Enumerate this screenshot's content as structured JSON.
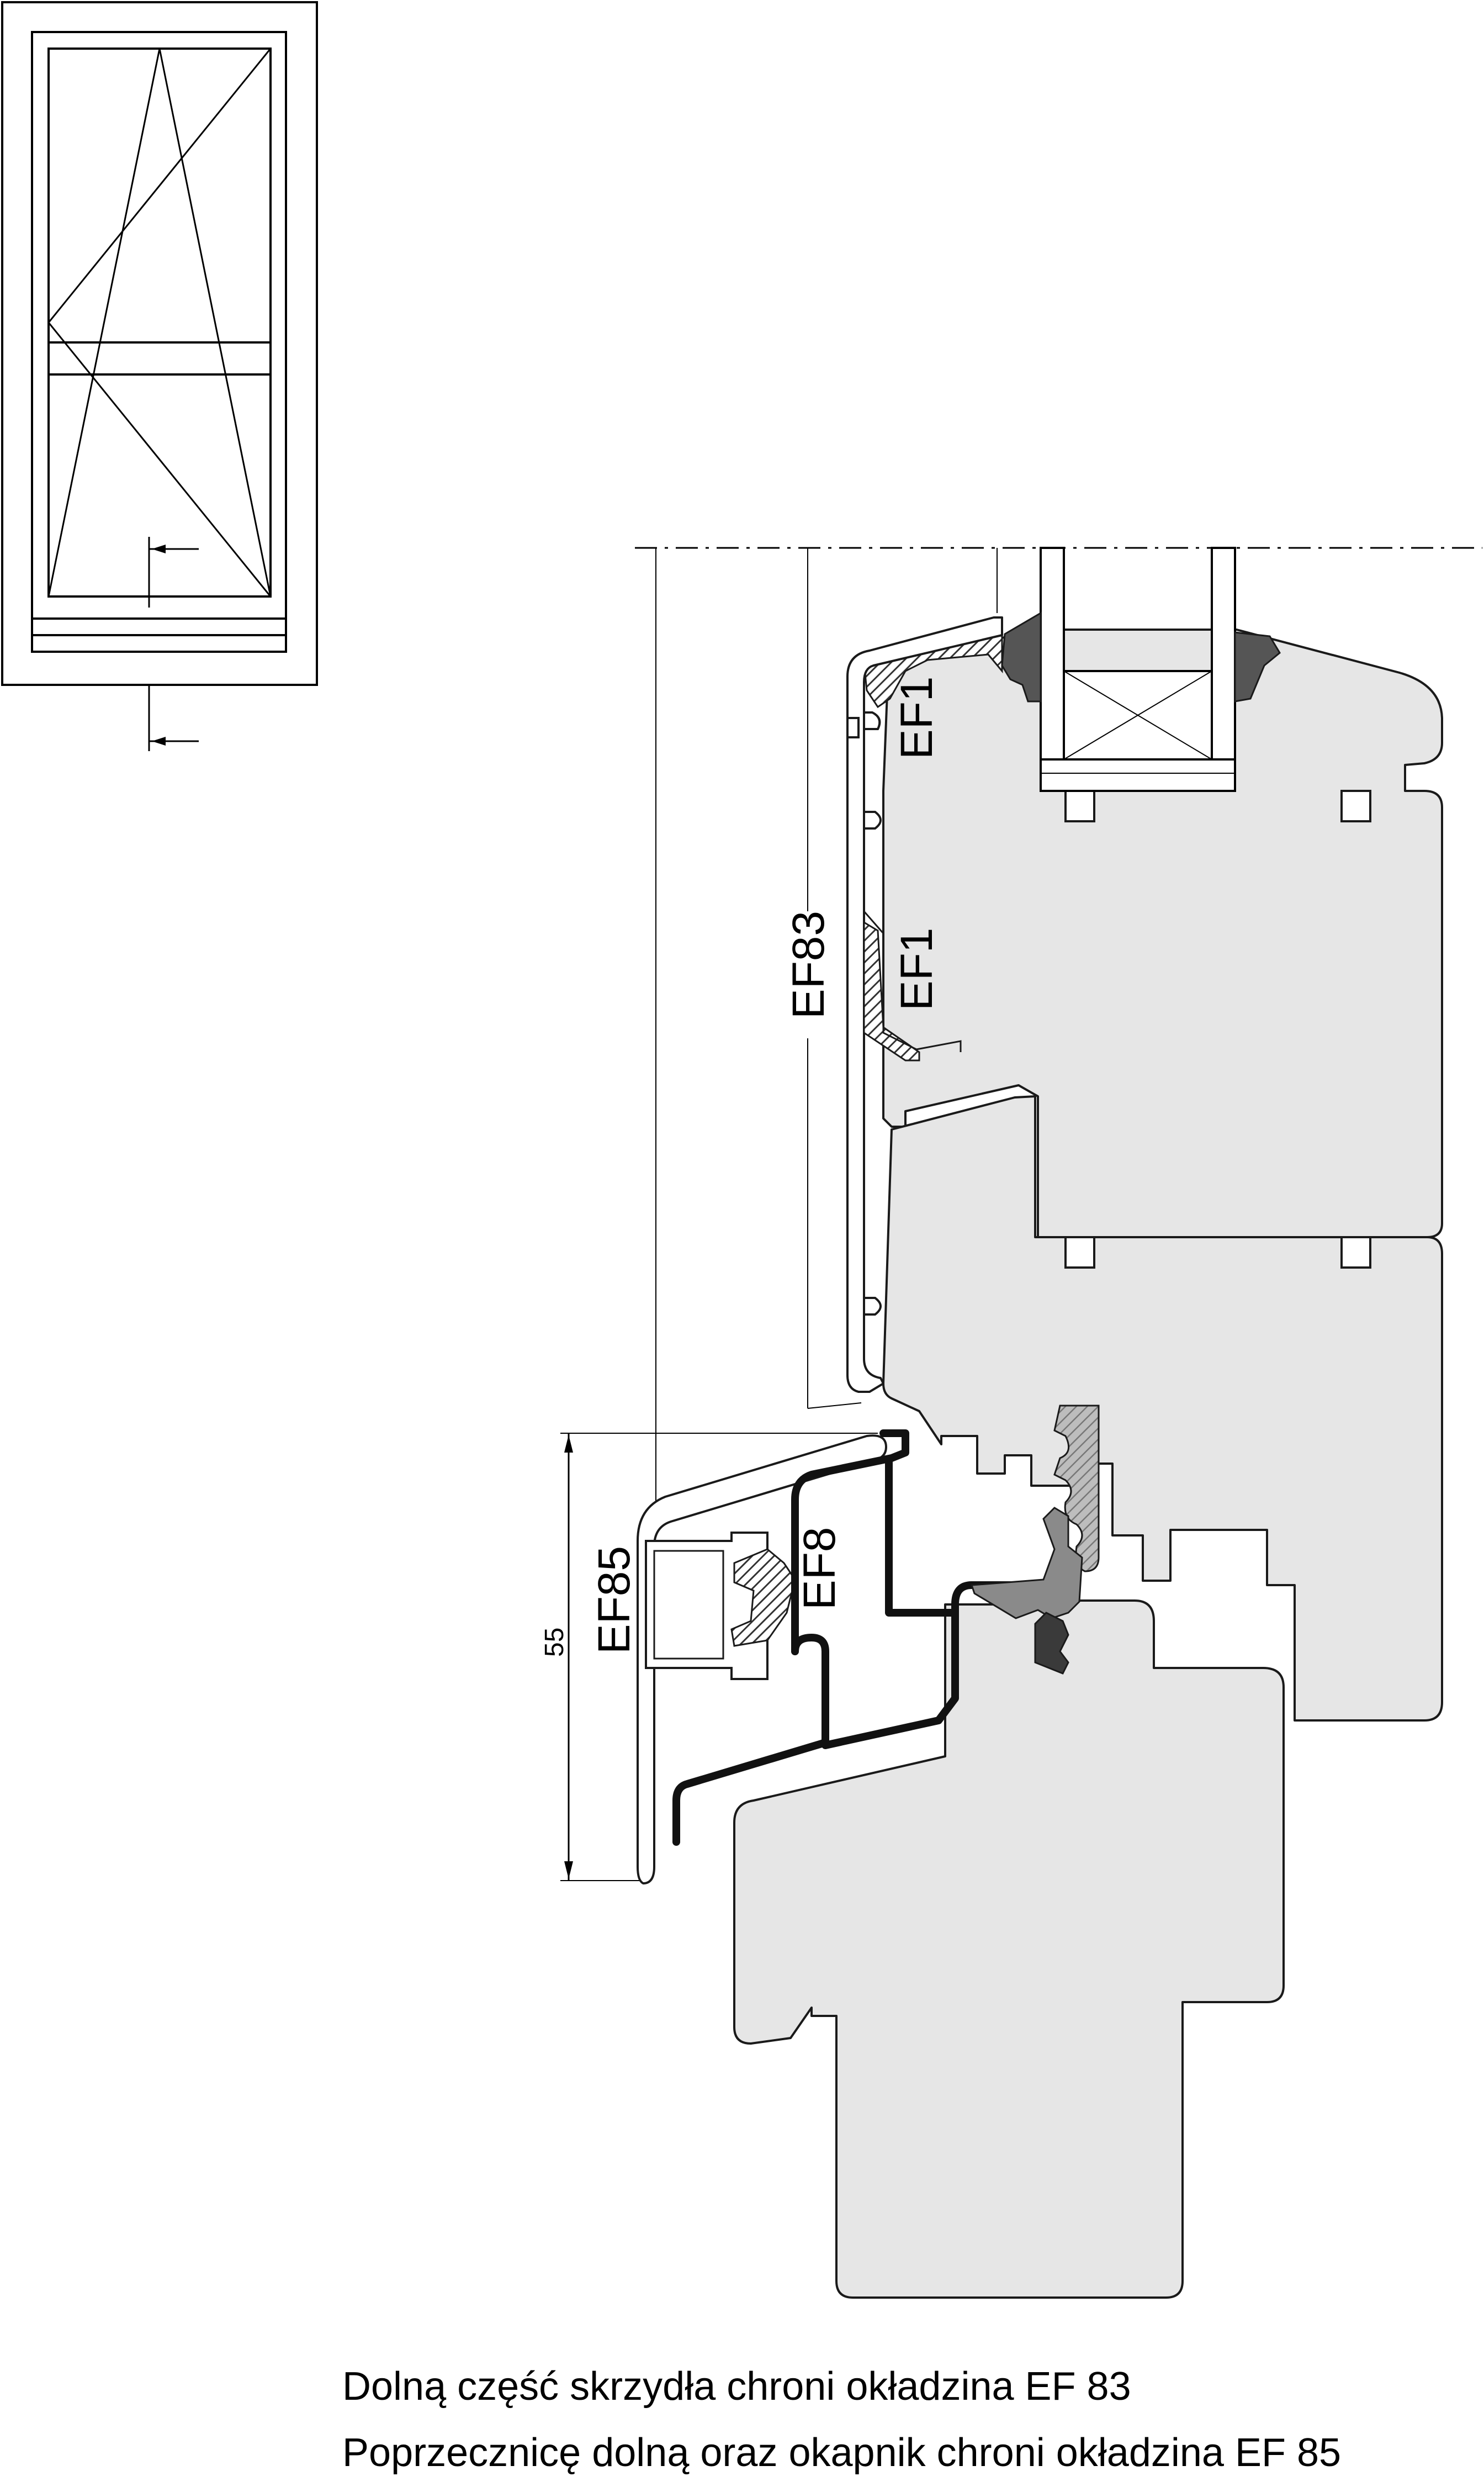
{
  "labels": {
    "ef1_top": "EF1",
    "ef1_mid": "EF1",
    "ef83": "EF83",
    "ef85": "EF85",
    "ef8": "EF8",
    "dimension": "55"
  },
  "captions": [
    "Dolną część skrzydła chroni okładzina EF 83",
    "Poprzecznicę dolną oraz okapnik chroni okładzina EF 85"
  ],
  "colors": {
    "wood": "#e6e6e6",
    "stroke": "#1a1a1a",
    "seal": "#555555",
    "hatch": "#333333",
    "gasket": "#8a8a8a"
  }
}
